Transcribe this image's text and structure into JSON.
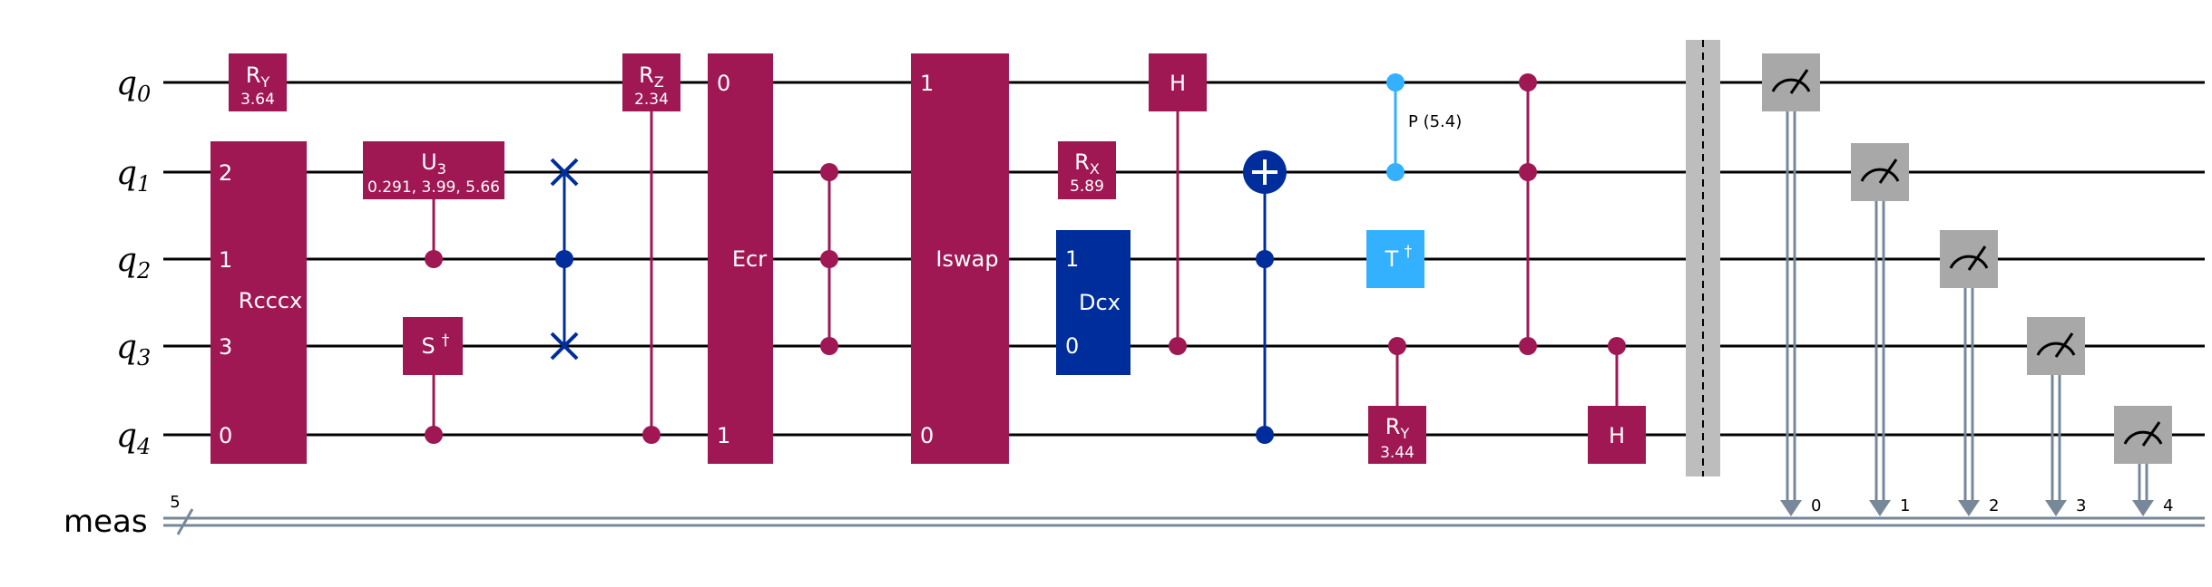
{
  "colors": {
    "wire": "#000000",
    "classical": "#778899",
    "purple": "#9f1853",
    "blue": "#002d9c",
    "lightblue": "#33b1ff",
    "gray": "#a8a8a8",
    "barrier": "#bdbdbd",
    "white": "#ffffff"
  },
  "wires": {
    "qubits": [
      {
        "base": "q",
        "sub": "0"
      },
      {
        "base": "q",
        "sub": "1"
      },
      {
        "base": "q",
        "sub": "2"
      },
      {
        "base": "q",
        "sub": "3"
      },
      {
        "base": "q",
        "sub": "4"
      }
    ],
    "classical": {
      "name": "meas",
      "size": "5"
    }
  },
  "gates": {
    "ry0": {
      "base": "R",
      "sub": "Y",
      "param": "3.64"
    },
    "rcccx": {
      "name": "Rcccx",
      "ports": [
        "2",
        "1",
        "3",
        "0"
      ]
    },
    "u3": {
      "base": "U",
      "sub": "3",
      "param": "0.291, 3.99, 5.66"
    },
    "sdg": {
      "label": "S",
      "sup": "†"
    },
    "rz": {
      "base": "R",
      "sub": "Z",
      "param": "2.34"
    },
    "ecr": {
      "name": "Ecr",
      "ports": [
        "0",
        "1"
      ]
    },
    "iswap": {
      "name": "Iswap",
      "ports": [
        "1",
        "0"
      ]
    },
    "rx": {
      "base": "R",
      "sub": "X",
      "param": "5.89"
    },
    "dcx": {
      "name": "Dcx",
      "ports": [
        "1",
        "0"
      ]
    },
    "h_ch": {
      "label": "H"
    },
    "cp": {
      "label": "P (5.4)"
    },
    "tdg": {
      "label": "T",
      "sup": "†"
    },
    "ry4": {
      "base": "R",
      "sub": "Y",
      "param": "3.44"
    },
    "h_end": {
      "label": "H"
    }
  },
  "measurements": {
    "bits": [
      "0",
      "1",
      "2",
      "3",
      "4"
    ]
  }
}
